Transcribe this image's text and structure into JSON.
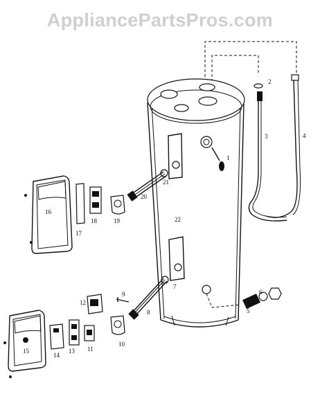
{
  "watermark": "AppliancePartsPros.com",
  "part_numbers": [
    "1",
    "2",
    "3",
    "4",
    "5",
    "6",
    "7",
    "8",
    "9",
    "10",
    "11",
    "12",
    "13",
    "14",
    "15",
    "16",
    "17",
    "18",
    "19",
    "20",
    "21",
    "22"
  ]
}
